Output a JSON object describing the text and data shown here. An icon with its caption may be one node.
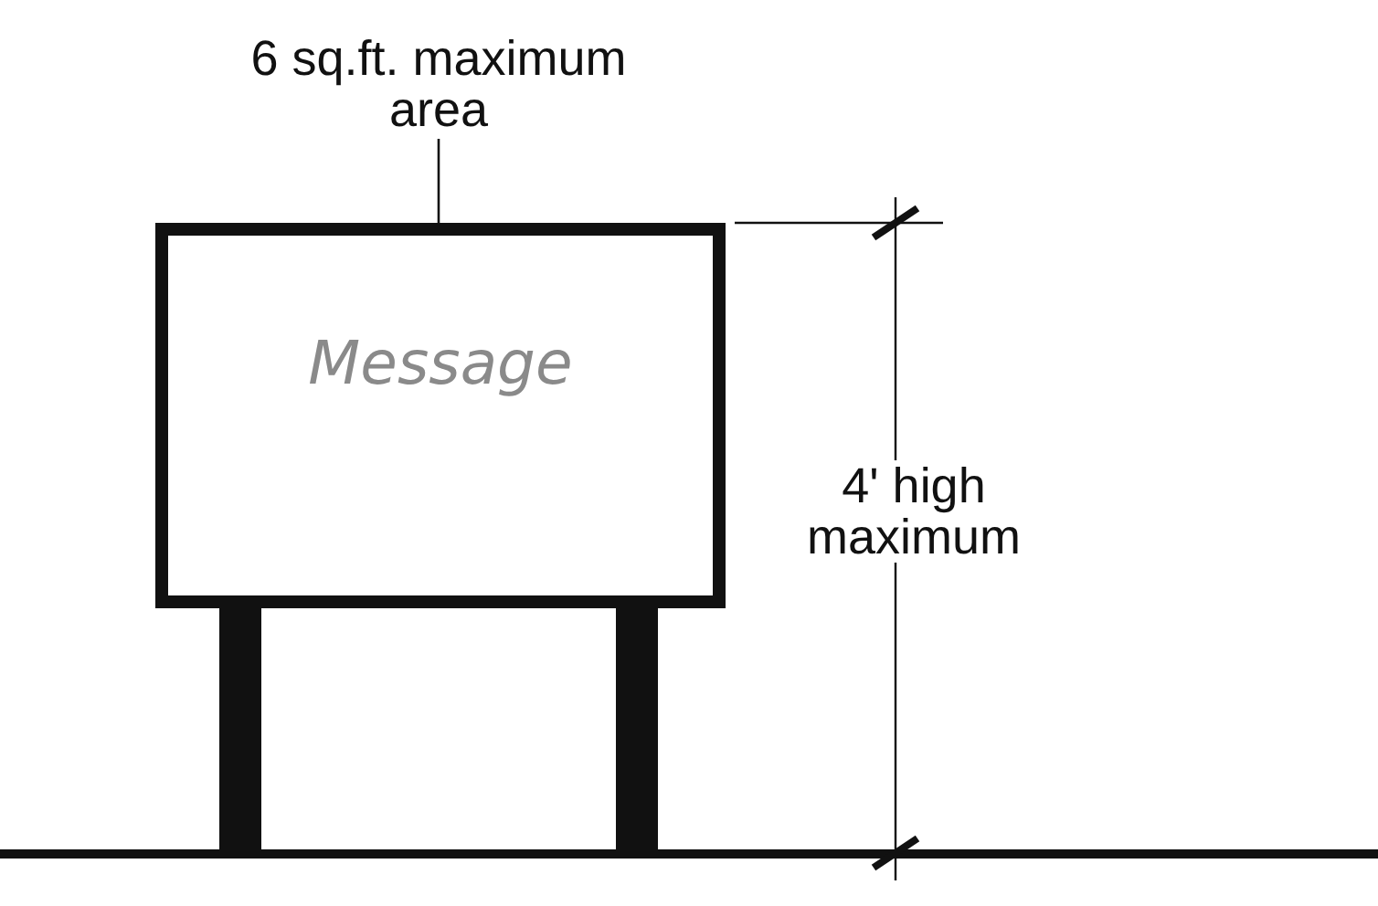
{
  "diagram": {
    "nodes": [
      {
        "text": [
          "6 sq.ft. maximum area"
        ]
      },
      {
        "text": [
          "Message"
        ]
      }
    ],
    "edges": [
      {
        "from": 0,
        "to": 1,
        "arrow": "none"
      }
    ],
    "labels": [
      "4' high maximum"
    ]
  }
}
